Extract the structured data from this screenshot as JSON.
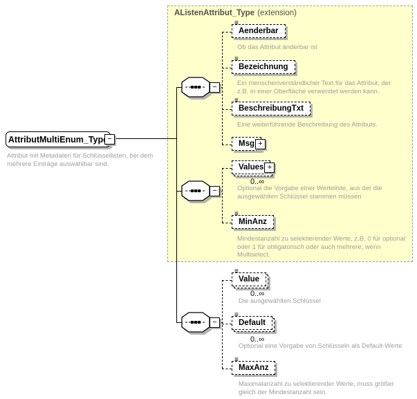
{
  "diagram": {
    "extension_box": {
      "title": "AListenAttribut_Type",
      "title_suffix": "(extension)"
    },
    "root": {
      "name": "AttributMultiEnum_Type",
      "annotation": "Attribut mit Metadaten für Schlüssellisten, bei dem\nmehrere Einträge auswählbar sind."
    },
    "elements": [
      {
        "name": "Aenderbar",
        "annotation": "Ob das Attribut änderbar ist"
      },
      {
        "name": "Bezeichnung",
        "annotation": "Ein menschenverständlicher Text für das Attribut, der\nz.B. in einer Oberfläche verwendet werden kann."
      },
      {
        "name": "BeschreibungTxt",
        "annotation": "Eine weiterführende Beschreibung des Attributs."
      },
      {
        "name": "Msg",
        "annotation": ""
      },
      {
        "name": "Values",
        "annotation": "Optional die Vorgabe einer Werteliste, aus der die\nausgewählten Schlüssel stammen müssen",
        "multiplicity": "0..∞"
      },
      {
        "name": "MinAnz",
        "annotation": "Mindestanzahl zu selektierender Werte, z.B. 0 für optional\noder 1 für obligatorisch oder auch mehrere, wenn\nMultiselect."
      },
      {
        "name": "Value",
        "annotation": "Die ausgewählten Schlüssel",
        "multiplicity": "0..∞"
      },
      {
        "name": "Default",
        "annotation": "Optional eine Vorgabe von Schlüsseln als Default-Werte",
        "multiplicity": "0..∞"
      },
      {
        "name": "MaxAnz",
        "annotation": "Maximalanzahl zu selektierender Werte, muss größer\ngleich der Mindestanzahl sein."
      }
    ],
    "icons": {
      "collapse": "−",
      "expand": "+",
      "doc": "≡"
    },
    "colors": {
      "extension_bg": "#ffffcc",
      "annotation_text": "#9e9e9e",
      "shadow": "#b4b4b4",
      "line": "#000000"
    }
  }
}
